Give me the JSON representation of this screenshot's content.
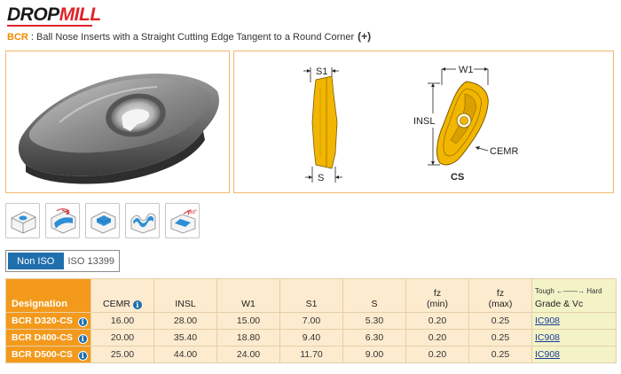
{
  "brand": {
    "logo_part1": "DROP",
    "logo_part2": "MILL"
  },
  "header": {
    "code": "BCR",
    "separator": " : ",
    "description": "Ball Nose Inserts with a Straight Cutting Edge Tangent to a Round Corner",
    "expand_label": "(+)"
  },
  "drawing": {
    "side_view": {
      "label_top": "S1",
      "label_bottom": "S"
    },
    "top_view": {
      "label_width": "W1",
      "label_height": "INSL",
      "label_radius": "CEMR",
      "label_name": "CS"
    }
  },
  "application_icons": [
    {
      "name": "slotting-icon"
    },
    {
      "name": "ramping-icon"
    },
    {
      "name": "pocketing-icon"
    },
    {
      "name": "profiling-icon"
    },
    {
      "name": "helical-interpolation-icon",
      "badge": "8d°"
    }
  ],
  "standard_toggle": {
    "active": "Non ISO",
    "inactive": "ISO 13399"
  },
  "table": {
    "headers": {
      "designation": "Designation",
      "cemr": "CEMR",
      "insl": "INSL",
      "w1": "W1",
      "s1": "S1",
      "s": "S",
      "fz_min": "fz",
      "fz_min_sub": "(min)",
      "fz_max": "fz",
      "fz_max_sub": "(max)",
      "grade_scale_left": "Tough",
      "grade_scale_right": "Hard",
      "grade": "Grade & Vc"
    },
    "rows": [
      {
        "designation": "BCR D320-CS",
        "cemr": "16.00",
        "insl": "28.00",
        "w1": "15.00",
        "s1": "7.00",
        "s": "5.30",
        "fz_min": "0.20",
        "fz_max": "0.25",
        "grade": "IC908"
      },
      {
        "designation": "BCR D400-CS",
        "cemr": "20.00",
        "insl": "35.40",
        "w1": "18.80",
        "s1": "9.40",
        "s": "6.30",
        "fz_min": "0.20",
        "fz_max": "0.25",
        "grade": "IC908"
      },
      {
        "designation": "BCR D500-CS",
        "cemr": "25.00",
        "insl": "44.00",
        "w1": "24.00",
        "s1": "11.70",
        "s": "9.00",
        "fz_min": "0.20",
        "fz_max": "0.25",
        "grade": "IC908"
      }
    ]
  },
  "colors": {
    "accent_orange": "#f39a1d",
    "brand_red": "#e0232a",
    "toggle_blue": "#1f6fad",
    "insert_gold": "#f2b600"
  }
}
